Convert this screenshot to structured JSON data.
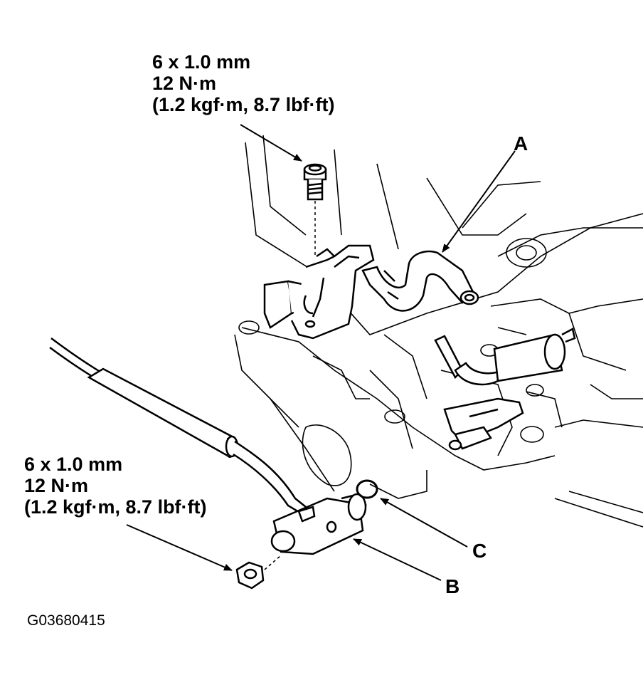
{
  "top_spec": {
    "size": "6 x 1.0 mm",
    "torque": "12 N·m",
    "alt_torque": "(1.2 kgf·m, 8.7 lbf·ft)"
  },
  "bottom_spec": {
    "size": "6 x 1.0 mm",
    "torque": "12 N·m",
    "alt_torque": "(1.2 kgf·m, 8.7 lbf·ft)"
  },
  "callouts": {
    "a": "A",
    "b": "B",
    "c": "C"
  },
  "figure_id": "G03680415"
}
